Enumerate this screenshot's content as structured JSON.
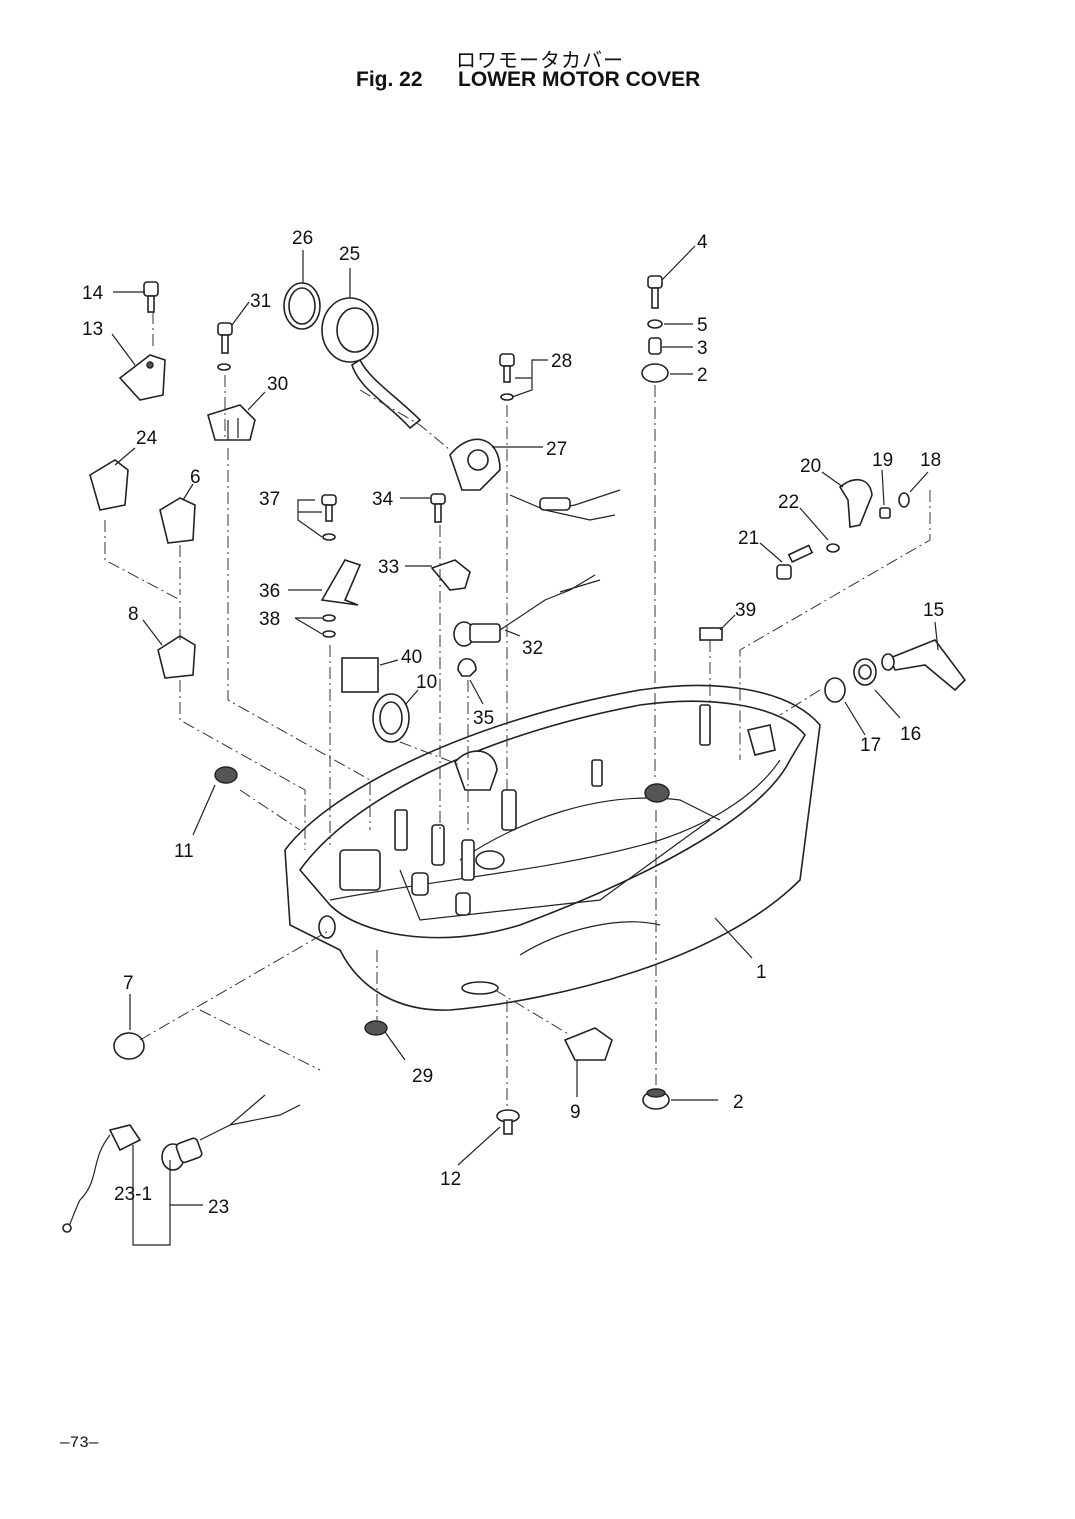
{
  "title": {
    "jp": "ロワモータカバー",
    "fig": "Fig. 22",
    "name": "LOWER MOTOR COVER"
  },
  "page_number": "—73—",
  "callouts": [
    "1",
    "2",
    "2",
    "3",
    "4",
    "5",
    "6",
    "7",
    "8",
    "9",
    "10",
    "11",
    "12",
    "13",
    "14",
    "15",
    "16",
    "17",
    "18",
    "19",
    "20",
    "21",
    "22",
    "23",
    "23-1",
    "24",
    "25",
    "26",
    "27",
    "28",
    "29",
    "30",
    "31",
    "32",
    "33",
    "34",
    "35",
    "36",
    "37",
    "38",
    "39",
    "40"
  ]
}
